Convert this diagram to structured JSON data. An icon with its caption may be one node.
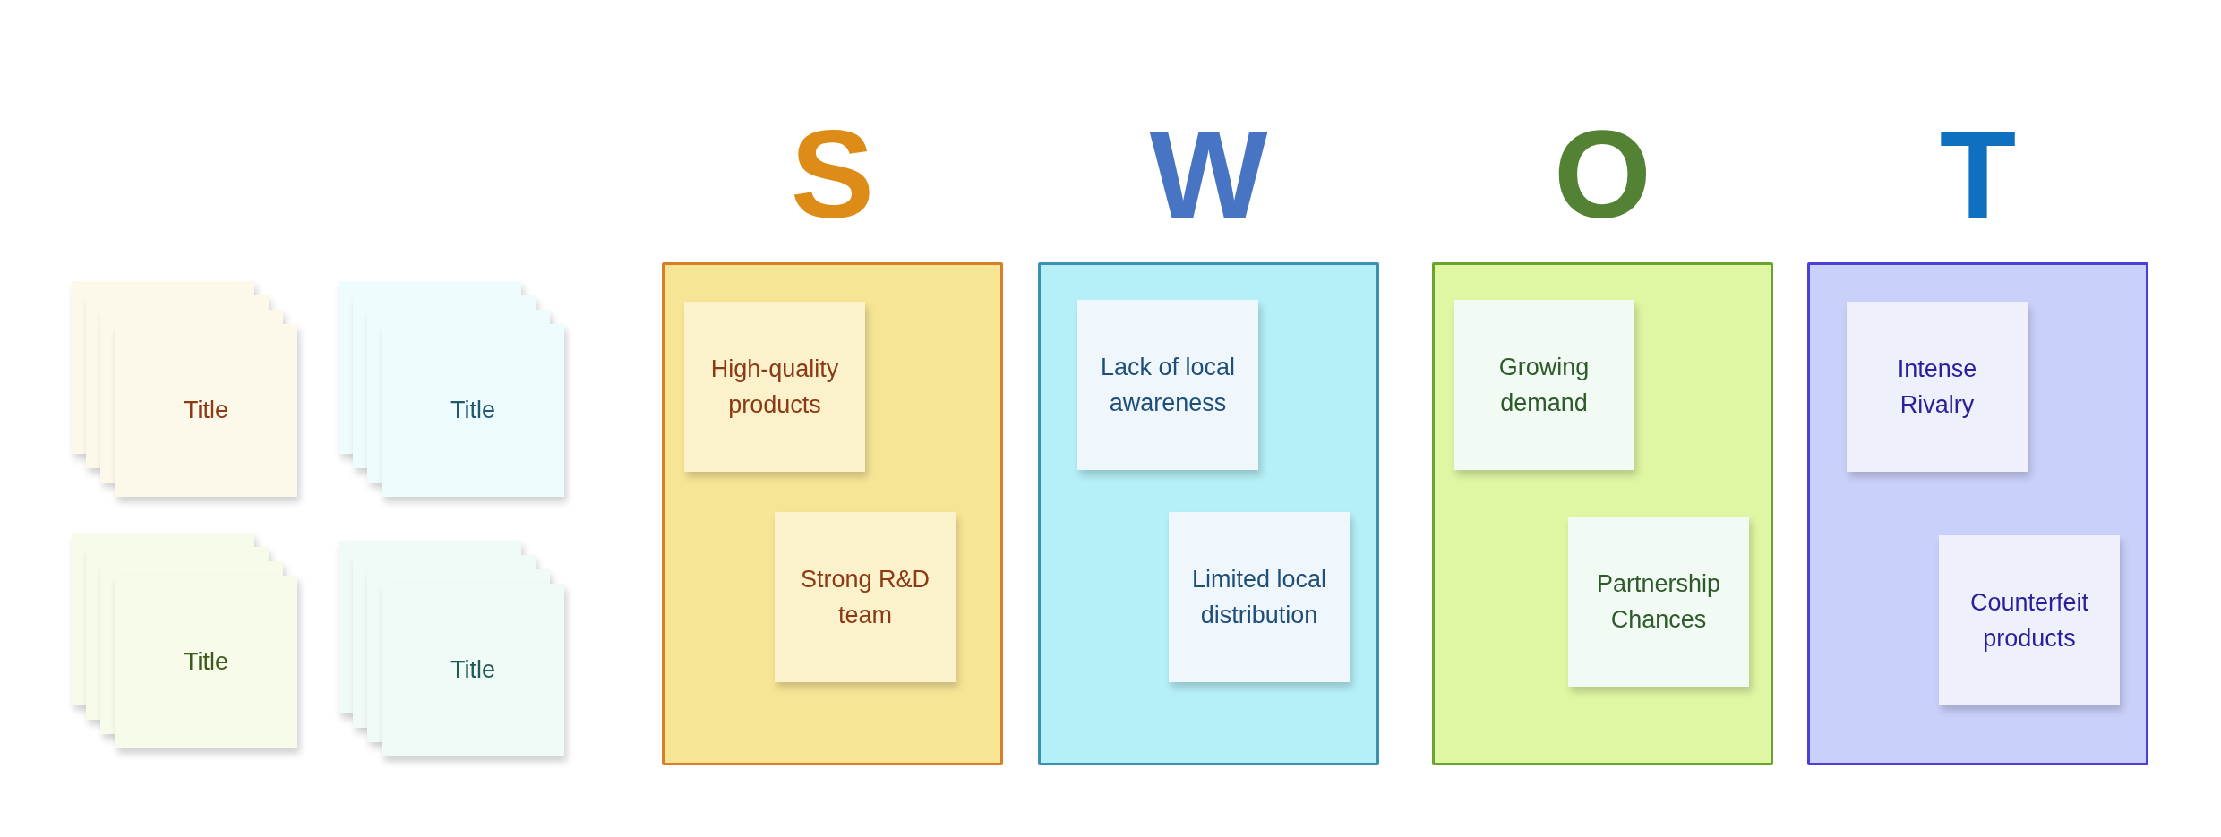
{
  "diagram": {
    "nodes": [
      {
        "text": [
          "Title"
        ]
      },
      {
        "text": [
          "Title"
        ]
      },
      {
        "text": [
          "Title"
        ]
      },
      {
        "text": [
          "Title"
        ]
      },
      {
        "text": [
          "S"
        ]
      },
      {
        "text": [
          "High-quality products"
        ],
        "in": 4
      },
      {
        "text": [
          "Strong R&D team"
        ],
        "in": 4
      },
      {
        "text": [
          "W"
        ]
      },
      {
        "text": [
          "Lack of local awareness"
        ],
        "in": 7
      },
      {
        "text": [
          "Limited local distribution"
        ],
        "in": 7
      },
      {
        "text": [
          "O"
        ]
      },
      {
        "text": [
          "Growing demand"
        ],
        "in": 10
      },
      {
        "text": [
          "Partnership Chances"
        ],
        "in": 10
      },
      {
        "text": [
          "T"
        ]
      },
      {
        "text": [
          "Intense Rivalry"
        ],
        "in": 13
      },
      {
        "text": [
          "Counterfeit products"
        ],
        "in": 13
      }
    ]
  }
}
